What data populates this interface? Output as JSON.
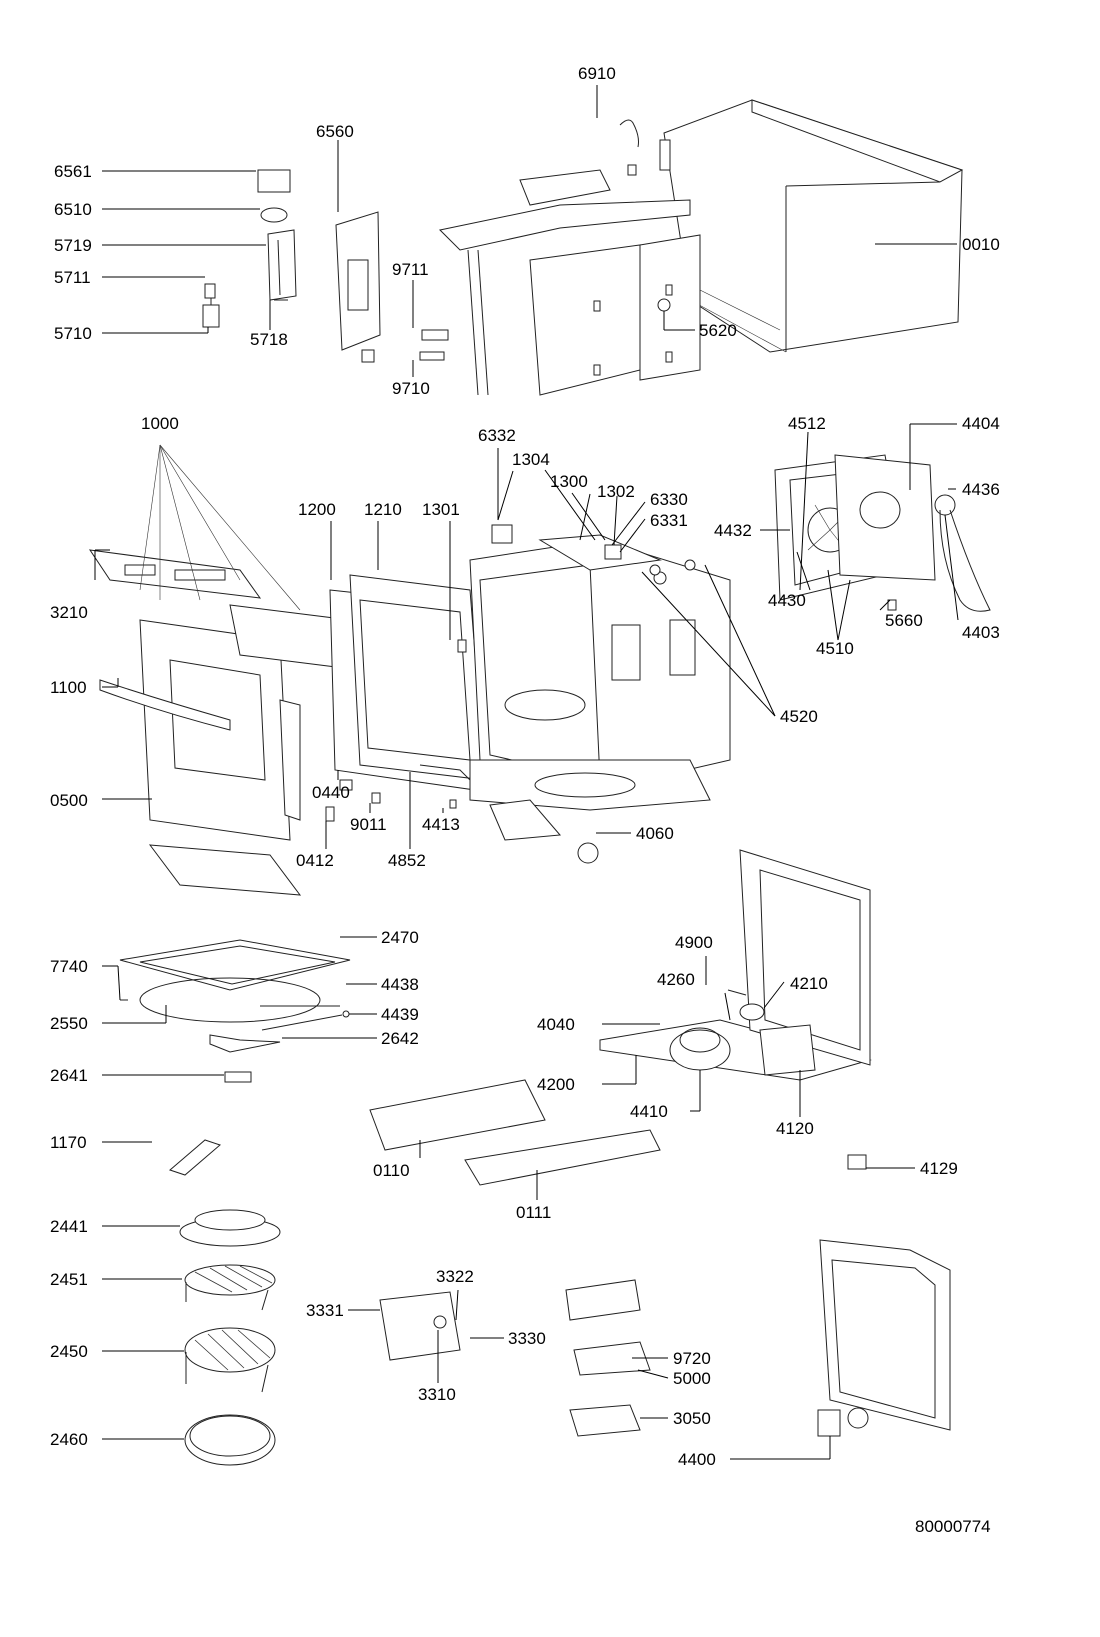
{
  "drawing_number": "80000774",
  "part_numbers": {
    "p6910": "6910",
    "p6560": "6560",
    "p6561": "6561",
    "p6510": "6510",
    "p5719": "5719",
    "p5711": "5711",
    "p5710": "5710",
    "p5718": "5718",
    "p9711": "9711",
    "p9710": "9710",
    "p0010": "0010",
    "p5620": "5620",
    "p1000": "1000",
    "p6332": "6332",
    "p1304": "1304",
    "p1300": "1300",
    "p1302": "1302",
    "p6330": "6330",
    "p6331": "6331",
    "p4512": "4512",
    "p4404": "4404",
    "p4436": "4436",
    "p4432": "4432",
    "p4430": "4430",
    "p4510": "4510",
    "p5660": "5660",
    "p4403": "4403",
    "p1200": "1200",
    "p1210": "1210",
    "p1301": "1301",
    "p3210": "3210",
    "p1100": "1100",
    "p4520": "4520",
    "p0440": "0440",
    "p0500": "0500",
    "p9011": "9011",
    "p4413": "4413",
    "p4060": "4060",
    "p0412": "0412",
    "p4852": "4852",
    "p2470": "2470",
    "p7740": "7740",
    "p4438": "4438",
    "p4439": "4439",
    "p2550": "2550",
    "p2642": "2642",
    "p2641": "2641",
    "p4900": "4900",
    "p4260": "4260",
    "p4210": "4210",
    "p4040": "4040",
    "p4200": "4200",
    "p4410": "4410",
    "p4120": "4120",
    "p1170": "1170",
    "p0110": "0110",
    "p4129": "4129",
    "p0111": "0111",
    "p2441": "2441",
    "p2451": "2451",
    "p3322": "3322",
    "p3331": "3331",
    "p3330": "3330",
    "p3310": "3310",
    "p2450": "2450",
    "p9720": "9720",
    "p5000": "5000",
    "p3050": "3050",
    "p2460": "2460",
    "p4400": "4400"
  }
}
